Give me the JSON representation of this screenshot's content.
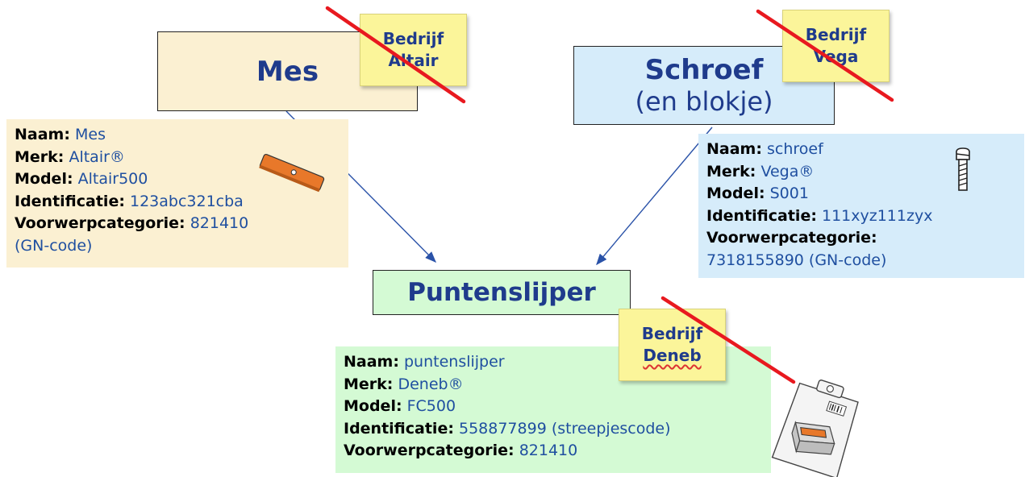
{
  "mes": {
    "title": "Mes",
    "company_line1": "Bedrijf",
    "company_line2": "Altair",
    "details": [
      {
        "key": "Naam:",
        "value": "Mes"
      },
      {
        "key": "Merk:",
        "value": "Altair®"
      },
      {
        "key": "Model:",
        "value": "Altair500"
      },
      {
        "key": "Identificatie:",
        "value": "123abc321cba"
      },
      {
        "key": "Voorwerpcategorie:",
        "value": "821410"
      }
    ],
    "details_extra": "(GN-code)"
  },
  "schroef": {
    "title": "Schroef",
    "subtitle": "(en blokje)",
    "company_line1": "Bedrijf",
    "company_line2": "Vega",
    "details": [
      {
        "key": "Naam:",
        "value": "schroef"
      },
      {
        "key": "Merk:",
        "value": "Vega®"
      },
      {
        "key": "Model:",
        "value": "S001"
      },
      {
        "key": "Identificatie:",
        "value": "111xyz111zyx"
      },
      {
        "key": "Voorwerpcategorie:",
        "value": ""
      }
    ],
    "details_extra": "7318155890 (GN-code)"
  },
  "puntenslijper": {
    "title": "Puntenslijper",
    "company_line1": "Bedrijf",
    "company_line2": "Deneb",
    "details": [
      {
        "key": "Naam:",
        "value": "puntenslijper"
      },
      {
        "key": "Merk:",
        "value": "Deneb®"
      },
      {
        "key": "Model:",
        "value": "FC500"
      },
      {
        "key": "Identificatie:",
        "value": "558877899 (streepjescode)"
      },
      {
        "key": "Voorwerpcategorie:",
        "value": "821410"
      }
    ]
  },
  "colors": {
    "title_text": "#1f3b8c",
    "value_text": "#1f4fa0",
    "mes_bg": "#fbf0d2",
    "schroef_bg": "#d6ecfa",
    "puntenslijper_bg": "#d4fad4",
    "sticky_note": "#fbf59a",
    "strike_line": "#e8191f",
    "arrow": "#2a52a8"
  }
}
